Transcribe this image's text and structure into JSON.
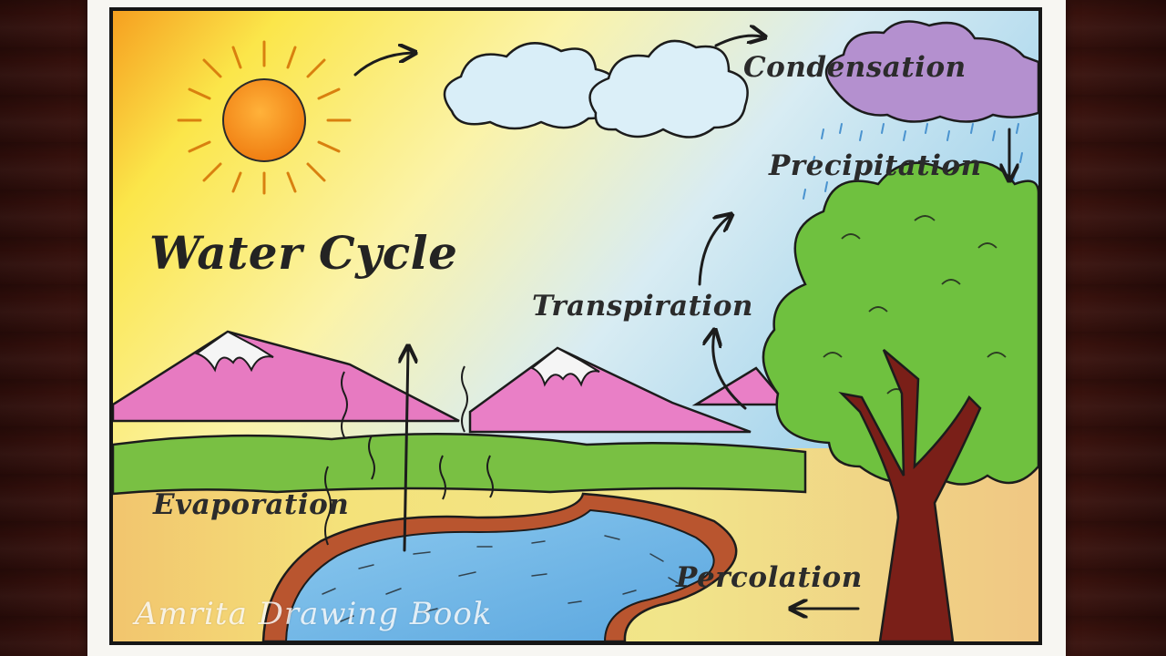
{
  "diagram": {
    "title": "Water Cycle",
    "labels": {
      "condensation": "Condensation",
      "precipitation": "Precipitation",
      "transpiration": "Transpiration",
      "evaporation": "Evaporation",
      "percolation": "Percolation"
    }
  },
  "watermark": "Amrita Drawing Book",
  "colors": {
    "sun": "#f5911e",
    "sky_yellow": "#fbe64a",
    "sky_blue": "#a9d7ee",
    "rain_cloud": "#b690cf",
    "mountain": "#e67ac2",
    "snow": "#f4f4f4",
    "grass": "#78c142",
    "river": "#70b9e6",
    "river_bank": "#b8552e",
    "tree_foliage": "#6fc13f",
    "tree_trunk": "#7a1f18",
    "ground": "#f1c878",
    "ink": "#1c1c1c"
  },
  "icons": [
    "sun-icon",
    "cloud-icon",
    "rain-cloud-icon",
    "tree-icon",
    "arrow-icon"
  ]
}
